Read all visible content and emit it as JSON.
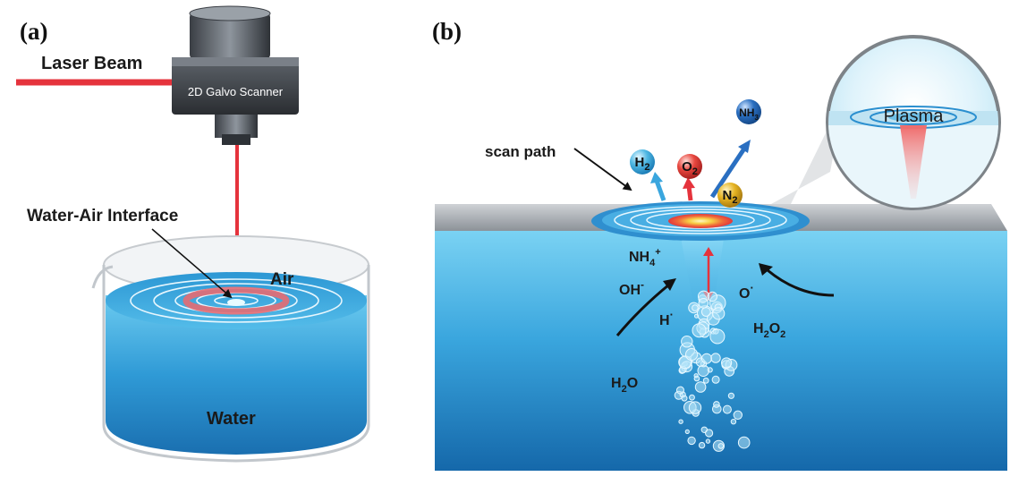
{
  "panel_a": {
    "label": "(a)",
    "laser_beam": "Laser Beam",
    "scanner": "2D Galvo Scanner",
    "interface": "Water-Air Interface",
    "air": "Air",
    "water": "Water"
  },
  "panel_b": {
    "label": "(b)",
    "scan_path": "scan path",
    "plasma": "Plasma",
    "gases": [
      {
        "main": "H",
        "sub": "2",
        "color": "#4fb8e3"
      },
      {
        "main": "O",
        "sub": "2",
        "color": "#e8473f"
      },
      {
        "main": "N",
        "sub": "2",
        "color": "#e6b423"
      },
      {
        "main": "NH",
        "sub": "3",
        "color": "#2a6fc1"
      }
    ],
    "species": {
      "nh4": {
        "main": "NH",
        "sub": "4",
        "sup": "+"
      },
      "oh": {
        "main": "OH",
        "sup": "-"
      },
      "o": {
        "main": "O",
        "sup": "·"
      },
      "h": {
        "main": "H",
        "sup": "·"
      },
      "h2o2": {
        "a": "H",
        "s1": "2",
        "b": "O",
        "s2": "2"
      },
      "h2o": {
        "a": "H",
        "s1": "2",
        "b": "O"
      }
    }
  },
  "colors": {
    "laser": "#e5333c",
    "water_light": "#5cc3ea",
    "water_dark": "#1d78b5",
    "plasma_hot": "#f5d04b"
  }
}
